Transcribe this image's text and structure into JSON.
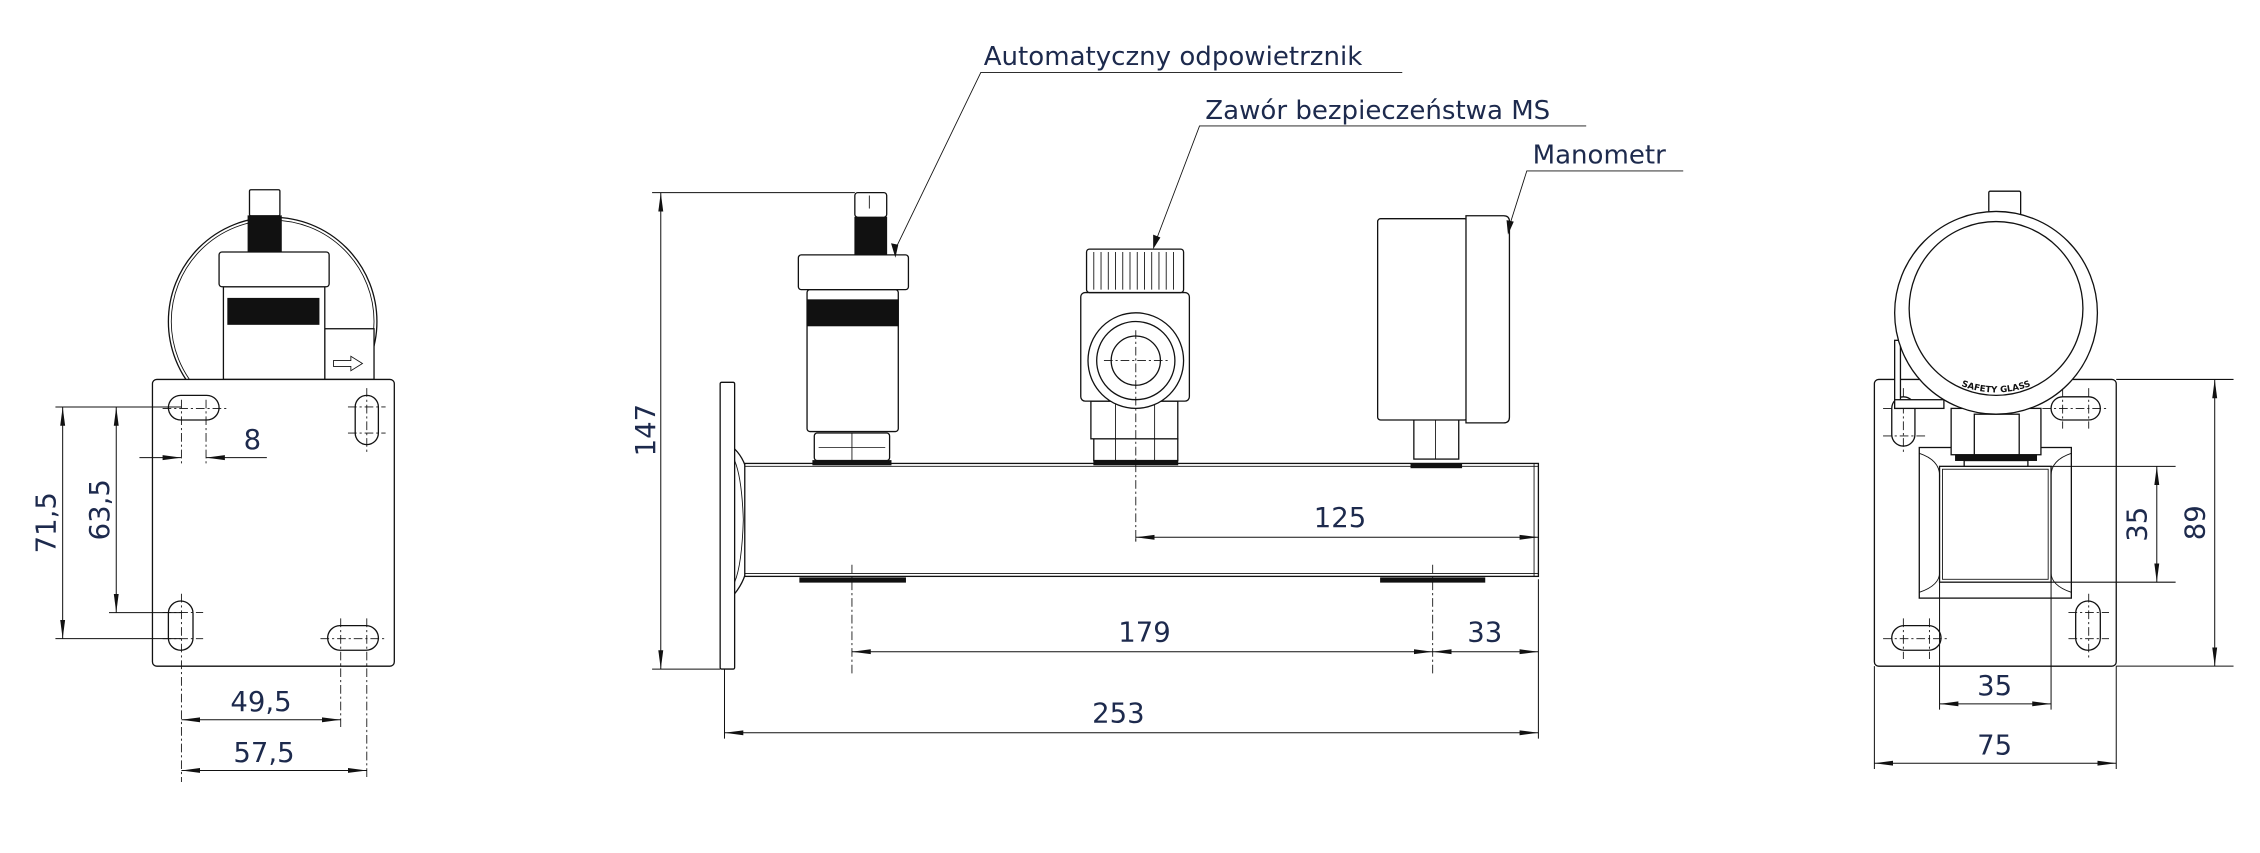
{
  "drawing": {
    "labels": {
      "air_vent": "Automatyczny odpowietrznik",
      "safety_valve": "Zawór bezpieczeństwa MS",
      "gauge": "Manometr"
    },
    "gauge_face_text": "SAFETY GLASS",
    "left_view": {
      "dims": {
        "slot_length": "8",
        "height_outer": "71,5",
        "height_inner": "63,5",
        "width_inner": "49,5",
        "width_outer": "57,5"
      }
    },
    "front_view": {
      "dims": {
        "height_total": "147",
        "valve_to_end": "125",
        "mount_spacing": "179",
        "mount_to_end": "33",
        "length_total": "253"
      }
    },
    "right_view": {
      "dims": {
        "pipe_height": "35",
        "plate_height": "89",
        "pipe_width": "35",
        "plate_width": "75"
      }
    },
    "colors": {
      "line": "#111111",
      "dimension_text": "#1d2a4d"
    }
  }
}
